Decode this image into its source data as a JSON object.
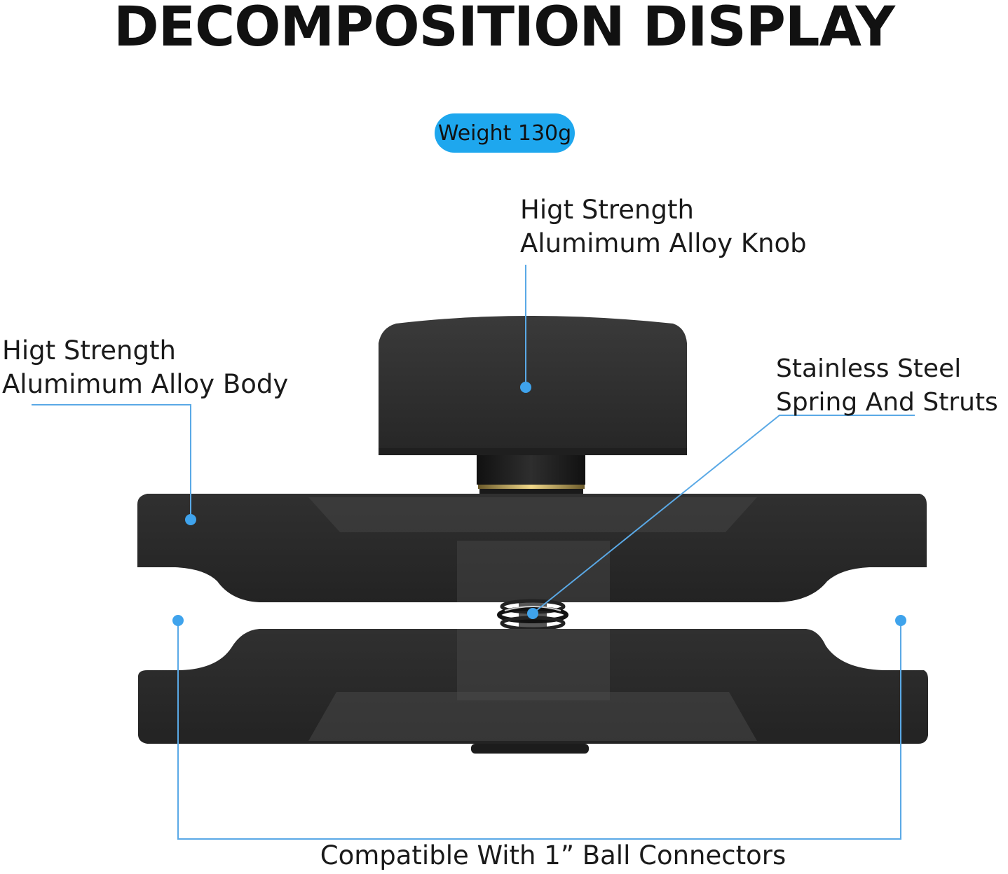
{
  "title": "DECOMPOSITION DISPLAY",
  "badge": {
    "text": "Weight 130g",
    "color": "#1ea7ee"
  },
  "labels": {
    "knob": [
      "Higt Strength",
      "Alumimum Alloy Knob"
    ],
    "body": [
      "Higt Strength",
      "Alumimum Alloy Body"
    ],
    "spring": [
      "Stainless Steel",
      "Spring And Struts"
    ],
    "compat": "Compatible With 1” Ball Connectors"
  },
  "colors": {
    "callout_line": "#5aa9e6",
    "callout_dot": "#3fa3ec",
    "metal_dark": "#2a2a2a",
    "metal_mid": "#3a3a3a",
    "brass_ring": "#c9a24a"
  }
}
